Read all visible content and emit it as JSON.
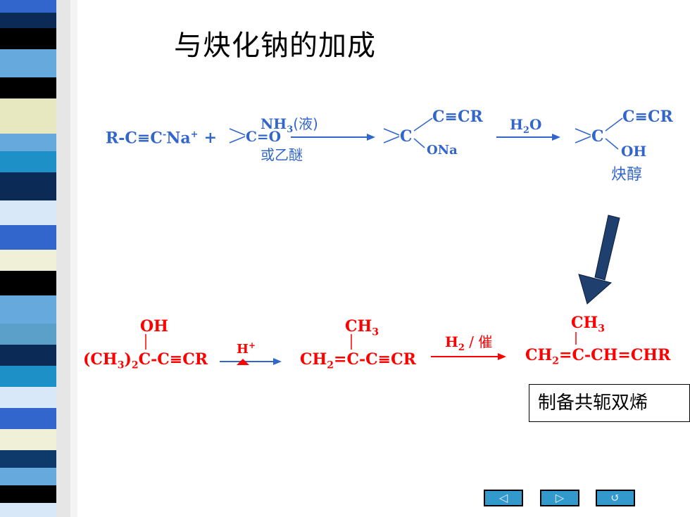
{
  "title": "与炔化钠的加成",
  "reaction1": {
    "reactant": "R-C≡C",
    "minus": "-",
    "na": "Na",
    "plus_sup": "+",
    "plus": "+",
    "carbonyl": "C=O",
    "cond_top_a": "NH",
    "cond_top_sub": "3",
    "cond_top_b": "(液)",
    "cond_bottom": "或乙醚",
    "int_c": "C",
    "int_top": "C≡CR",
    "int_bottom": "ONa",
    "step2_a": "H",
    "step2_sub": "2",
    "step2_b": "O",
    "prod_c": "C",
    "prod_top": "C≡CR",
    "prod_bottom": "OH",
    "prod_name": "炔醇"
  },
  "reaction2": {
    "s1_oh": "OH",
    "s1_a": "(CH",
    "s1_sub1": "3",
    "s1_b": ")",
    "s1_sub2": "2",
    "s1_c": "C-C≡CR",
    "cond1_a": "H",
    "cond1_sup": "+",
    "s2_top_a": "CH",
    "s2_top_sub": "3",
    "s2_a": "CH",
    "s2_sub": "2",
    "s2_b": "=C-C≡CR",
    "cond2_a": "H",
    "cond2_sub": "2",
    "cond2_b": " / 催",
    "s3_top_a": "CH",
    "s3_top_sub": "3",
    "s3_a": "CH",
    "s3_sub": "2",
    "s3_b": "=C-CH=CHR"
  },
  "note": "制备共轭双烯",
  "nav": {
    "prev_icon": "◁",
    "next_icon": "▷",
    "return_icon": "↺"
  },
  "colors": {
    "blue": "#3366cc",
    "red": "#ff0000",
    "arrow": "#1f3f6e",
    "nav": "#3399cc"
  }
}
